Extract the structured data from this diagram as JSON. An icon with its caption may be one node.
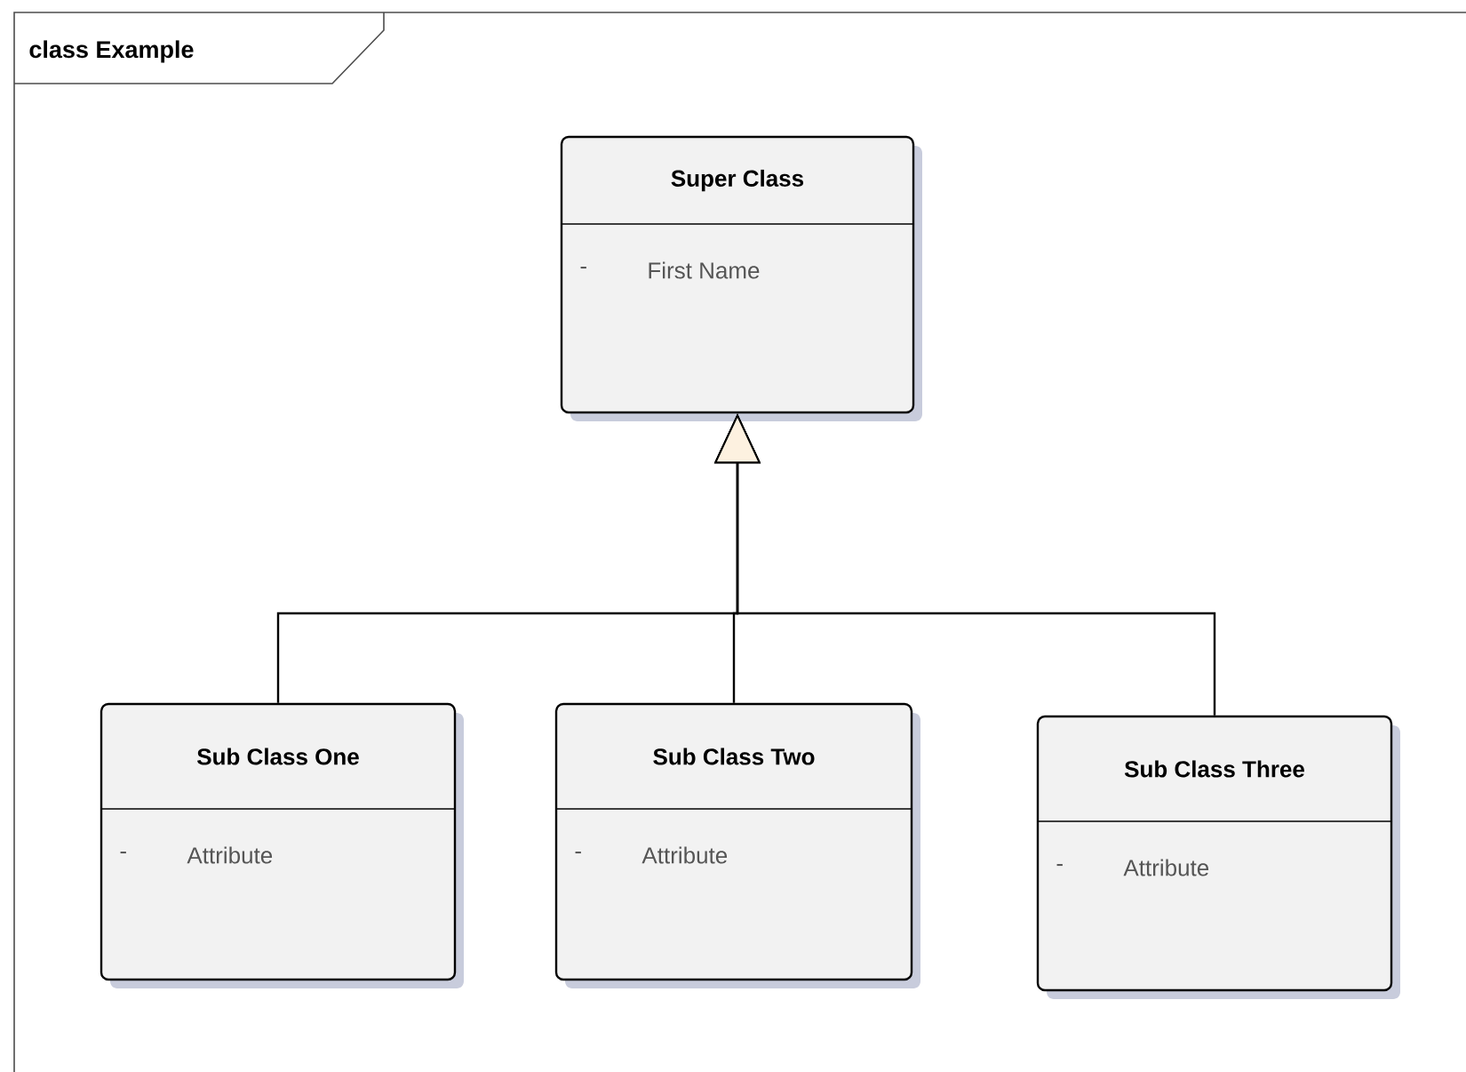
{
  "diagram": {
    "title": "class Example",
    "nodes": [
      {
        "text": [
          "Super Class",
          "-",
          "First Name"
        ]
      },
      {
        "text": [
          "Sub Class One",
          "-",
          "Attribute"
        ]
      },
      {
        "text": [
          "Sub Class Two",
          "-",
          "Attribute"
        ]
      },
      {
        "text": [
          "Sub Class Three",
          "-",
          "Attribute"
        ]
      }
    ],
    "edges": [
      {
        "from": 1,
        "to": 0,
        "arrow": "to"
      },
      {
        "from": 2,
        "to": 0,
        "arrow": "to"
      },
      {
        "from": 3,
        "to": 0,
        "arrow": "to"
      }
    ]
  }
}
